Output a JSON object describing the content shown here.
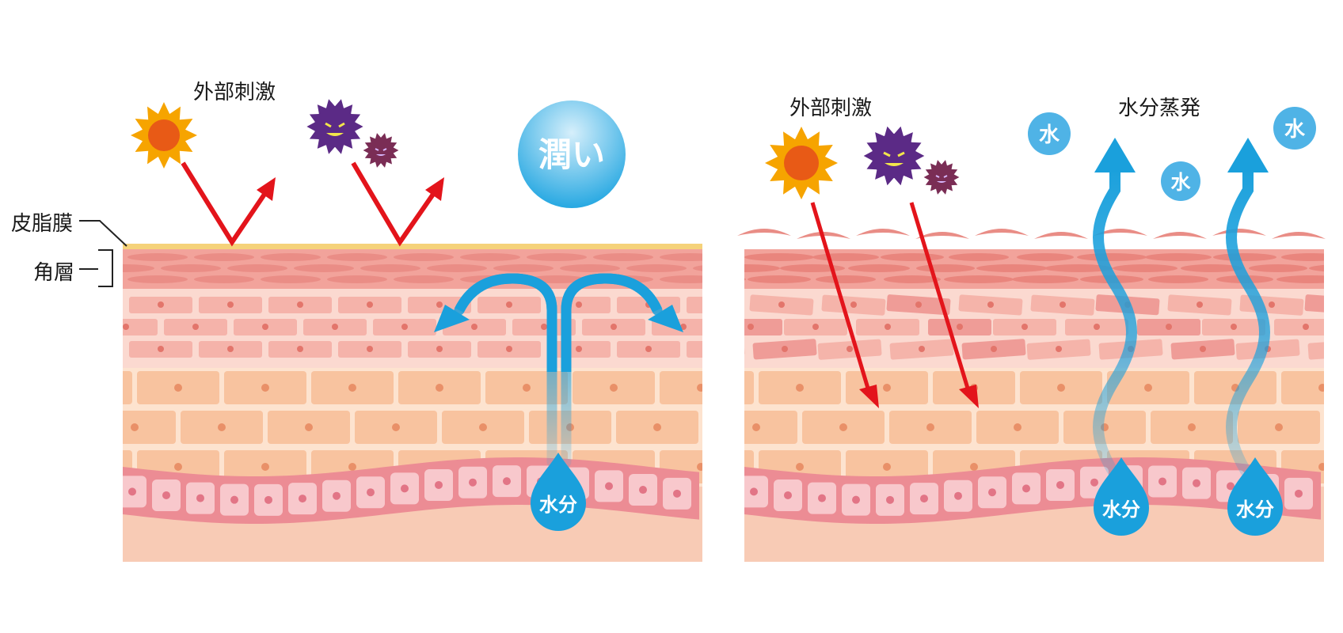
{
  "labels": {
    "sebum_film": "皮脂膜",
    "stratum_corneum": "角層",
    "left_stimulus": "外部刺激",
    "moisture_badge": "潤い",
    "left_drop": "水分",
    "right_stimulus": "外部刺激",
    "evaporation": "水分蒸発",
    "right_drop_1": "水分",
    "right_drop_2": "水分",
    "water_1": "水",
    "water_2": "水",
    "water_3": "水"
  },
  "icons": {
    "sun": "sun-icon",
    "germ_large": "germ-large-icon",
    "germ_small": "germ-small-icon",
    "water_drop": "water-drop-icon",
    "arrow": "arrow-icon"
  },
  "colors": {
    "red_arrow": "#e3141b",
    "blue": "#1aa0dc",
    "sun": "#f6a400",
    "sun_core": "#e85a16",
    "germ_large": "#5b2a86",
    "germ_small": "#7a2d55",
    "sebum": "#f5d27a",
    "corneum": "#f2a39b",
    "granular": "#f4b3a8",
    "spinous": "#f8c8a4",
    "basal": "#f19aa5",
    "dermis": "#f8cbb5"
  }
}
